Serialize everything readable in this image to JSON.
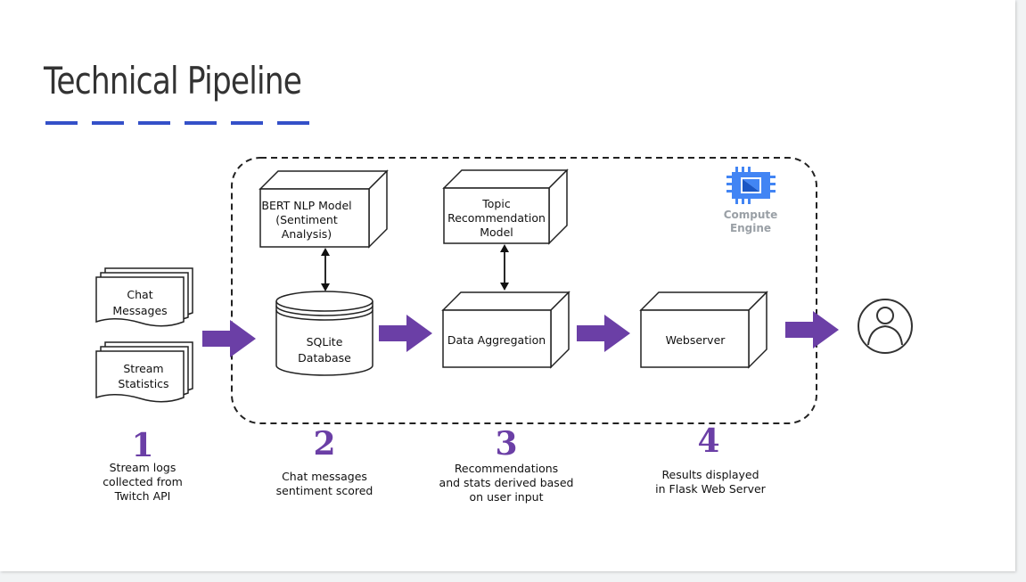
{
  "title": "Technical Pipeline",
  "colors": {
    "accent_underline": "#3450c8",
    "arrow_purple": "#6b3fa6",
    "compute_engine_blue": "#4285f4"
  },
  "inputs": {
    "chat": [
      "Chat",
      "Messages"
    ],
    "stream": [
      "Stream",
      "Statistics"
    ]
  },
  "nodes": {
    "bert": [
      "BERT NLP Model",
      "(Sentiment",
      "Analysis)"
    ],
    "topic": [
      "Topic",
      "Recommendation",
      "Model"
    ],
    "sqlite": [
      "SQLite",
      "Database"
    ],
    "aggregation": "Data Aggregation",
    "webserver": "Webserver"
  },
  "compute_engine": [
    "Compute",
    "Engine"
  ],
  "user_icon": "user-avatar-icon",
  "steps": [
    {
      "number": "1",
      "caption": [
        "Stream logs",
        "collected from",
        "Twitch API"
      ]
    },
    {
      "number": "2",
      "caption": [
        "Chat messages",
        "sentiment scored"
      ]
    },
    {
      "number": "3",
      "caption": [
        "Recommendations",
        "and stats derived based",
        "on user input"
      ]
    },
    {
      "number": "4",
      "caption": [
        "Results displayed",
        "in Flask Web Server"
      ]
    }
  ]
}
